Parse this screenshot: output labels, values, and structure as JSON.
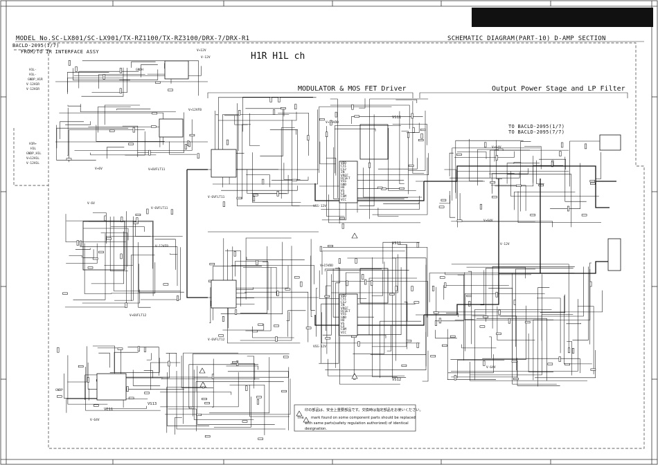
{
  "header": {
    "model": "MODEL No.SC-LX801/SC-LX901/TX-RZ1100/TX-RZ3100/DRX-7/DRX-R1",
    "title": "SCHEMATIC DIAGRAM(PART-10) D-AMP SECTION",
    "board": "BACLD-2095(7/7)"
  },
  "sections": {
    "channel": "H1R H1L ch",
    "interface": "FROM/TO IR INTERFACE ASSY",
    "modulator": "MODULATOR & MOS FET Driver",
    "output": "Output Power Stage and LP Filter",
    "to_board_1": "TO BACLD-2095(1/7)",
    "to_board_7": "TO BACLD-2095(7/7)"
  },
  "ics": {
    "vs11": "VS11",
    "vs12": "VS12",
    "vs13": "VS13",
    "ve11": "VE11"
  },
  "rails": {
    "plus12": "V+12V",
    "minus12": "V-12V",
    "plus6": "V+6V",
    "minus6": "V-6V",
    "plus6vflt11": "V+6VFLT11",
    "minus6vflt11": "V-6VFLT11",
    "plus6vflt12": "V+6VFLT12",
    "minus6vflt12": "V-6VFLT12",
    "plus12vfb": "V+12VFB",
    "minus12vfb": "V-12VFB",
    "vs15vdd": "V+15VDD",
    "vss12": "VSS-12V",
    "plus64": "V+64V",
    "minus64": "V-64V",
    "gndp": "GNDP",
    "gndh": "GNDH"
  },
  "connector_left": {
    "pins": [
      "H1L-",
      "H1L-",
      "GNDP_H1R",
      "V-12H1R",
      "V-12H1R"
    ],
    "pins2": [
      "H1R+",
      "H1L",
      "GNDP_H1L",
      "V+12H1L",
      "V-12H1L"
    ]
  },
  "driver_pins": [
    "VDD",
    "CS1",
    "CS2",
    "IN",
    "VREF",
    "OCSET",
    "VSS",
    "GND",
    "HO",
    "VS",
    "LO",
    "COM",
    "VCC"
  ],
  "notes": {
    "jp_text": "印の部品は、安全上重要部品です。交換時は指定部品をお使いください。",
    "en_line1": "The",
    "en_line1b": "mark found on some component parts should be replaced",
    "en_line2": "with same parts(safety regulation authorized) of identical",
    "en_line3": "designation."
  },
  "colors": {
    "ink": "#111111",
    "bar": "#111111",
    "border": "#444444"
  }
}
